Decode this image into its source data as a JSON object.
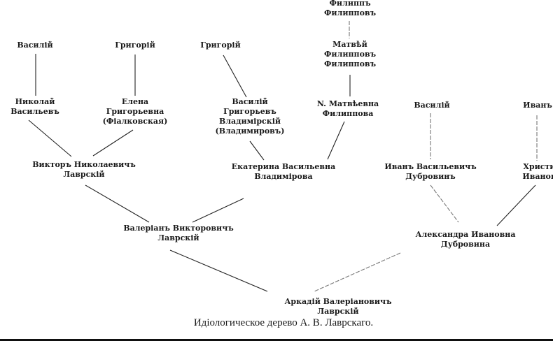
{
  "nodes": {
    "vasiliy1": [
      "Василій"
    ],
    "grigoriy1": [
      "Григорій"
    ],
    "grigoriy2": [
      "Григорій"
    ],
    "filipp": [
      "Филиппъ",
      "Филипповъ"
    ],
    "matvey": [
      "Матвѣй",
      "Филипповъ",
      "Филипповъ"
    ],
    "nikolay": [
      "Николай",
      "Васильевъ"
    ],
    "elena": [
      "Елена",
      "Григорьевна",
      "(Фіалковская)"
    ],
    "vasiliy2": [
      "Василій",
      "Григорьевъ",
      "Владимірскій",
      "(Владимировъ)"
    ],
    "nmatveevna": [
      "N. Матвѣевна",
      "Филиппова"
    ],
    "vasiliy3": [
      "Василій"
    ],
    "ivan1": [
      "Иванъ"
    ],
    "viktor": [
      "Викторъ  Николаевичъ",
      "Лаврскій"
    ],
    "ekaterina": [
      "Екатерина  Васильевна",
      "Владимірова"
    ],
    "ivan2": [
      "Иванъ  Васильевичъ",
      "Дубровинъ"
    ],
    "hristina": [
      "Христина",
      "Ивановна"
    ],
    "valerian": [
      "Валеріанъ  Викторовичъ",
      "Лаврскій"
    ],
    "aleksandra": [
      "Александра Ивановна",
      "Дубровина"
    ],
    "arkadiy": [
      "Аркадій  Валеріановичъ",
      "Лаврскій"
    ]
  },
  "caption": "Идіологическое дерево А. В. Лаврскаго."
}
